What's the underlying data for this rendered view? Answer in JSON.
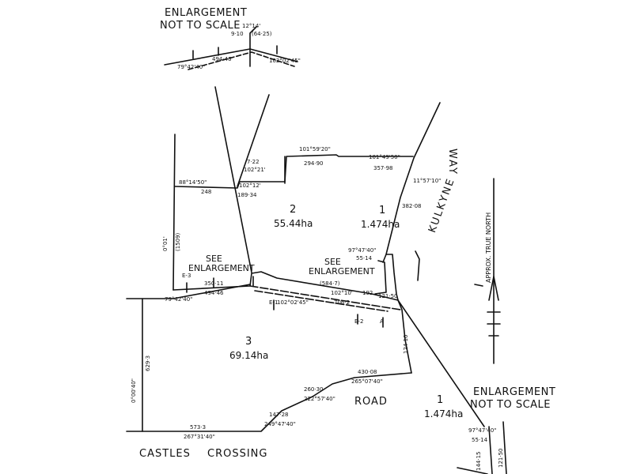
{
  "notes": {
    "enlargement_top_line1": "ENLARGEMENT",
    "enlargement_top_line2": "NOT TO SCALE",
    "enlargement_br_line1": "ENLARGEMENT",
    "enlargement_br_line2": "NOT TO SCALE",
    "see_enlargement_left_1": "SEE",
    "see_enlargement_left_2": "ENLARGEMENT",
    "see_enlargement_mid_1": "SEE",
    "see_enlargement_mid_2": "ENLARGEMENT",
    "north": "APPROX. TRUE NORTH"
  },
  "roads": {
    "kulkyne": "KULKYNE",
    "way": "WAY",
    "road": "ROAD",
    "castles": "CASTLES",
    "crossing": "CROSSING"
  },
  "lots": [
    {
      "number": "2",
      "area": "55.44ha"
    },
    {
      "number": "1",
      "area": "1.474ha"
    },
    {
      "number": "3",
      "area": "69.14ha"
    },
    {
      "number": "1",
      "area": "1.474ha"
    }
  ],
  "dimensions": {
    "top_enl_b1": "79°42'40\"",
    "top_enl_d1": "494·46",
    "top_enl_b2": "102°02'45\"",
    "top_enl_v": "9·10",
    "top_enl_s": "12°14'",
    "top_enl_s2": "(64·25)",
    "d_722": "7·22",
    "d_102_21": "102°21'",
    "d_101_59": "101°59'20\"",
    "d_294": "294·90",
    "d_101_49": "101°49'50\"",
    "d_357": "357·98",
    "d_88": "88°14'50\"",
    "d_248": "248",
    "d_102_12": "102°12'",
    "d_189": "189·34",
    "d_1195": "11°57'10\"",
    "d_38208": "382·08",
    "d_97": "97°47'40\"",
    "d_5514": "55·14",
    "d_584": "(584·7)",
    "d_102_10": "102°10'",
    "d_192": "192",
    "d_12150": "121·50",
    "d_350": "350·11",
    "d_794240": "79°42'40\"",
    "d_494": "494·46",
    "d_1020245": "102°02'45\"",
    "d_7062": "706·2",
    "d_0901": "0°01'",
    "d_1509": "(1509)",
    "d_6293": "629·3",
    "d_0_00": "0°00'40\"",
    "d_43008": "430·08",
    "d_265": "265°07'40\"",
    "d_5733": "573·3",
    "d_267": "267°31'40\"",
    "d_14728": "147·28",
    "d_249": "249°47'40\"",
    "d_26030": "260·30",
    "d_222": "222°57'40\"",
    "d_12410": "124·10",
    "d_br_97": "97°47'40\"",
    "d_br_5514": "55·14",
    "d_br_14415": "144·15",
    "d_br_12150": "121·50",
    "mark_e1": "E-1",
    "mark_e2": "E-2",
    "mark_e3": "E-3",
    "mark_a": "A"
  }
}
